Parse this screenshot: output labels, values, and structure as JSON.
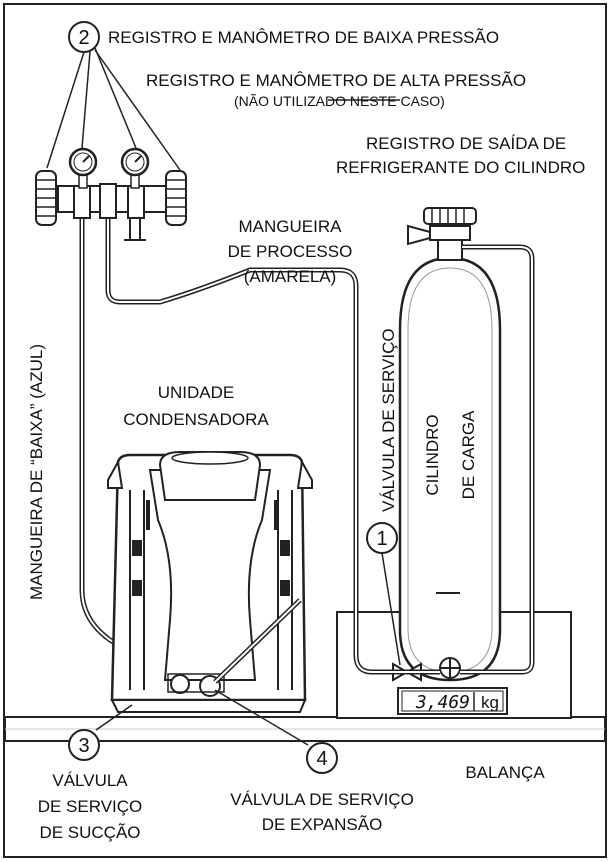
{
  "labels": {
    "low_register": "REGISTRO E MANÔMETRO DE BAIXA PRESSÃO",
    "high_register": "REGISTRO E MANÔMETRO DE ALTA PRESSÃO",
    "high_register_note": "(NÃO UTILIZADO NESTE CASO)",
    "cyl_outlet_line1": "REGISTRO DE SAÍDA DE",
    "cyl_outlet_line2": "REFRIGERANTE DO CILINDRO",
    "process_hose_line1": "MANGUEIRA",
    "process_hose_line2": "DE PROCESSO",
    "process_hose_line3": "(AMARELA)",
    "condenser_line1": "UNIDADE",
    "condenser_line2": "CONDENSADORA",
    "service_valve": "VÁLVULA DE SERVIÇO",
    "low_hose": "MANGUEIRA DE “BAIXA” (AZUL)",
    "cylinder_line1": "CILINDRO",
    "cylinder_line2": "DE CARGA",
    "suction_line1": "VÁLVULA",
    "suction_line2": "DE SERVIÇO",
    "suction_line3": "DE SUCÇÃO",
    "expansion_line1": "VÁLVULA DE SERVIÇO",
    "expansion_line2": "DE EXPANSÃO",
    "scale": "BALANÇA",
    "scale_value": "3,469",
    "scale_unit": "kg"
  },
  "callouts": [
    "1",
    "2",
    "3",
    "4"
  ]
}
